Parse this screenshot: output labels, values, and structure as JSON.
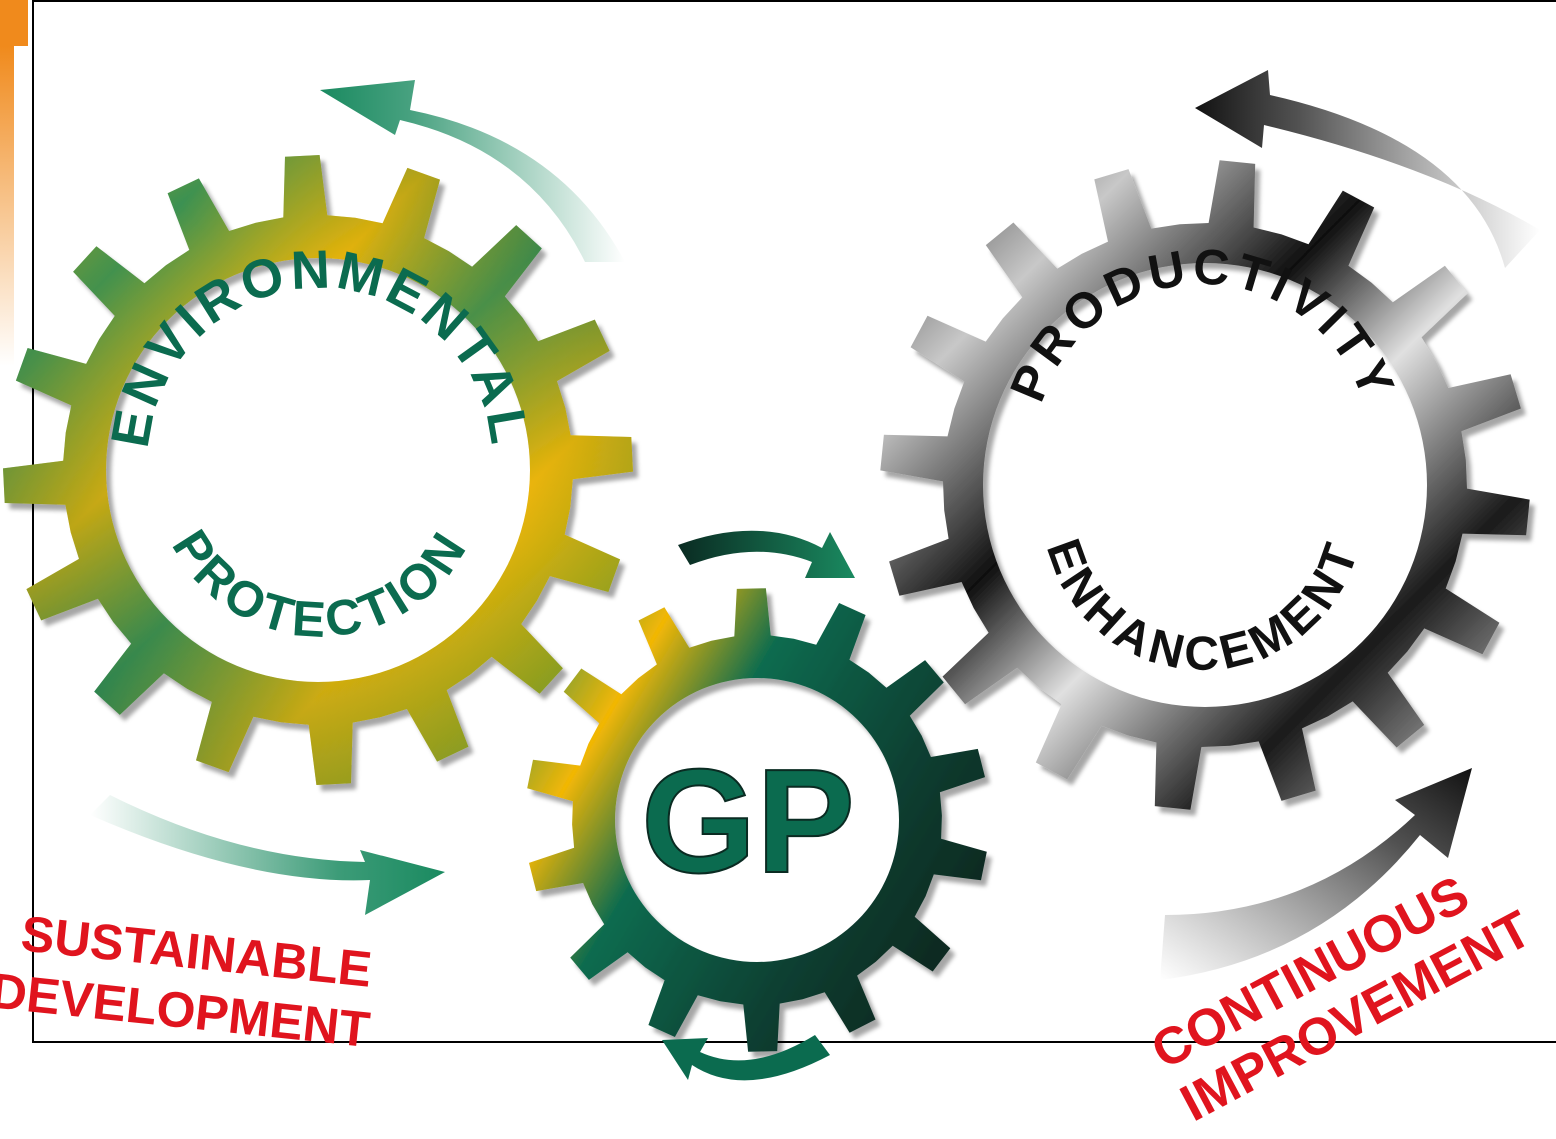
{
  "gears": {
    "environmental": {
      "top_text": "ENVIRONMENTAL",
      "bottom_text": "PROTECTION"
    },
    "productivity": {
      "top_text": "PRODUCTIVITY",
      "bottom_text": "ENHANCEMENT"
    },
    "center": {
      "label": "GP"
    }
  },
  "captions": {
    "sustainable_line1": "SUSTAINABLE",
    "sustainable_line2": "DEVELOPMENT",
    "continuous_line1": "CONTINUOUS",
    "continuous_line2": "IMPROVEMENT"
  },
  "colors": {
    "green_dark": "#0b6b4f",
    "green_mid": "#1a8a60",
    "yellow": "#f2b705",
    "olive": "#8da52a",
    "gray_dark": "#1a1a1a",
    "gray_light": "#d9d9d9",
    "caption_red": "#e0141e",
    "accent_orange": "#f08a1c"
  }
}
